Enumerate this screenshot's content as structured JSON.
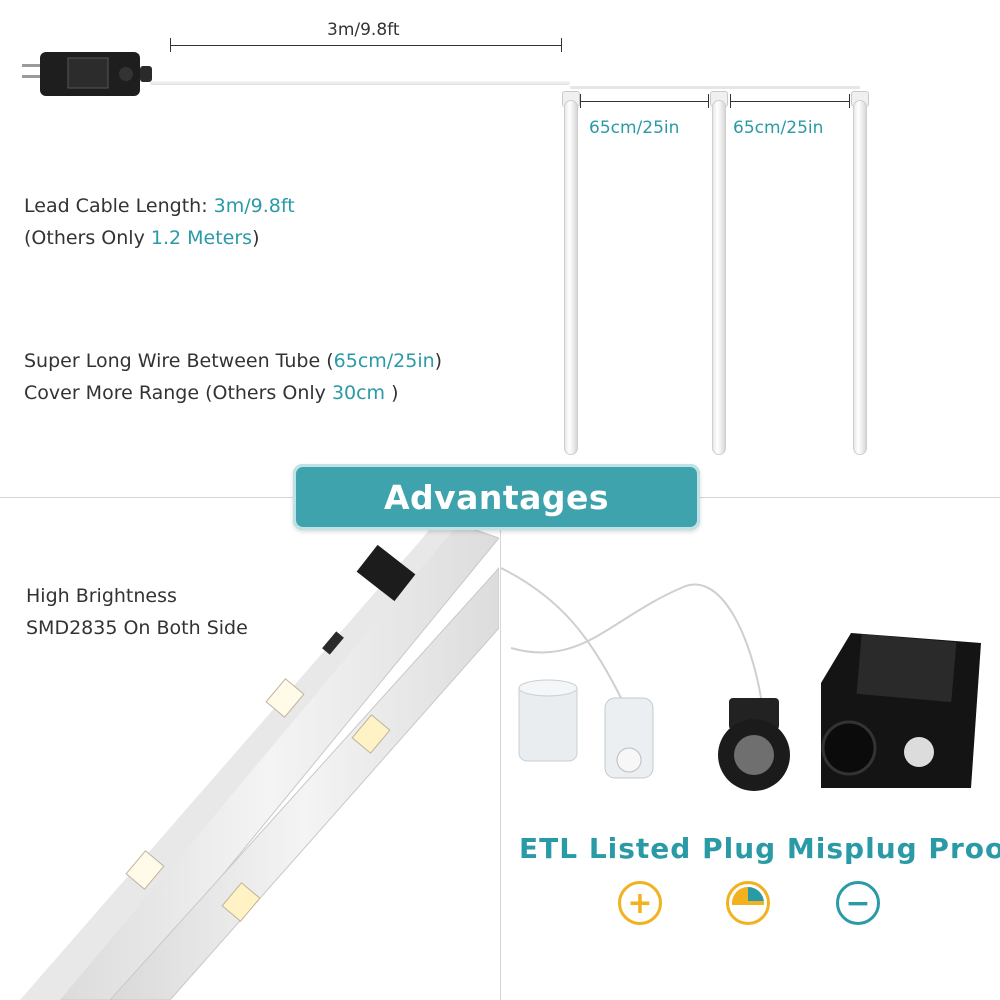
{
  "top": {
    "lead_dimension": "3m/9.8ft",
    "tube_spacing_1": "65cm/25in",
    "tube_spacing_2": "65cm/25in"
  },
  "info": {
    "line1_prefix": "Lead Cable Length: ",
    "line1_value": "3m/9.8ft",
    "line2_prefix": "(Others Only ",
    "line2_value": "1.2 Meters",
    "line2_suffix": ")",
    "line3_prefix": "Super Long Wire Between Tube (",
    "line3_value": "65cm/25in",
    "line3_suffix": ")",
    "line4_prefix": "Cover More Range  (Others Only ",
    "line4_value": "30cm",
    "line4_suffix": " )"
  },
  "banner": {
    "label": "Advantages"
  },
  "bottom_left": {
    "line1": "High Brightness",
    "line2": "SMD2835 On Both Side"
  },
  "bottom_right": {
    "caption": "ETL Listed Plug Misplug Proof",
    "symbols": [
      {
        "name": "plus",
        "glyph": "+",
        "color": "#f2b11e"
      },
      {
        "name": "half",
        "glyph": "",
        "color": "#f2b11e"
      },
      {
        "name": "minus",
        "glyph": "−",
        "color": "#2a9aa6"
      }
    ]
  },
  "colors": {
    "accent": "#2a9aa6",
    "banner": "#3fa3ad",
    "plus": "#f2b11e"
  }
}
